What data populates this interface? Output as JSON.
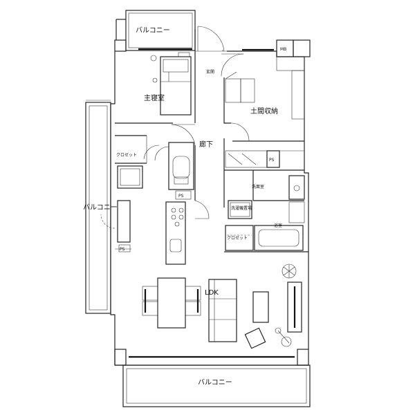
{
  "labels": {
    "balcony_top": "バルコニー",
    "mb": "MB",
    "genkan": "玄関",
    "master_bedroom": "主寝室",
    "doma_storage": "土間収納",
    "hallway": "廊下",
    "closet_left": "クロゼット",
    "ps_1": "PS",
    "ps_2": "PS",
    "ps_3": "PS",
    "balcony_left": "バルコニー",
    "washroom": "洗面室",
    "laundry": "洗濯機置場",
    "bathroom": "浴室",
    "closet_center": "クロゼット",
    "ldk": "LDK",
    "balcony_bottom": "バルコニー"
  }
}
